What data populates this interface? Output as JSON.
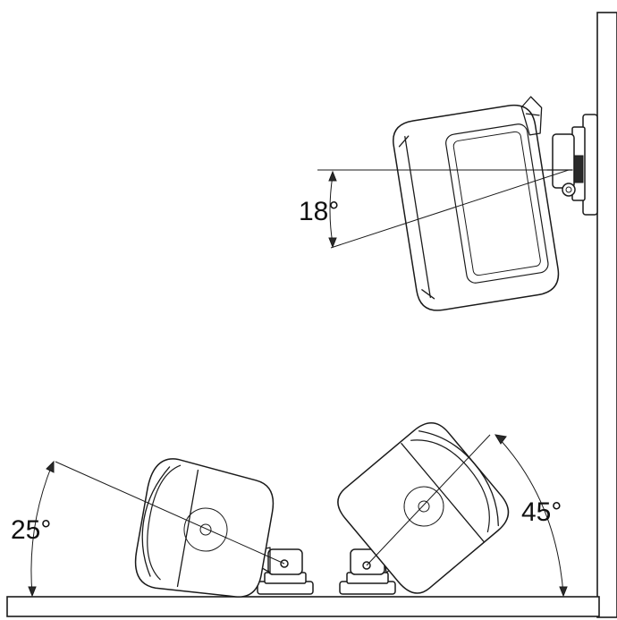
{
  "angles": {
    "wall_mount": "18°",
    "floor_left": "25°",
    "floor_right": "45°"
  }
}
